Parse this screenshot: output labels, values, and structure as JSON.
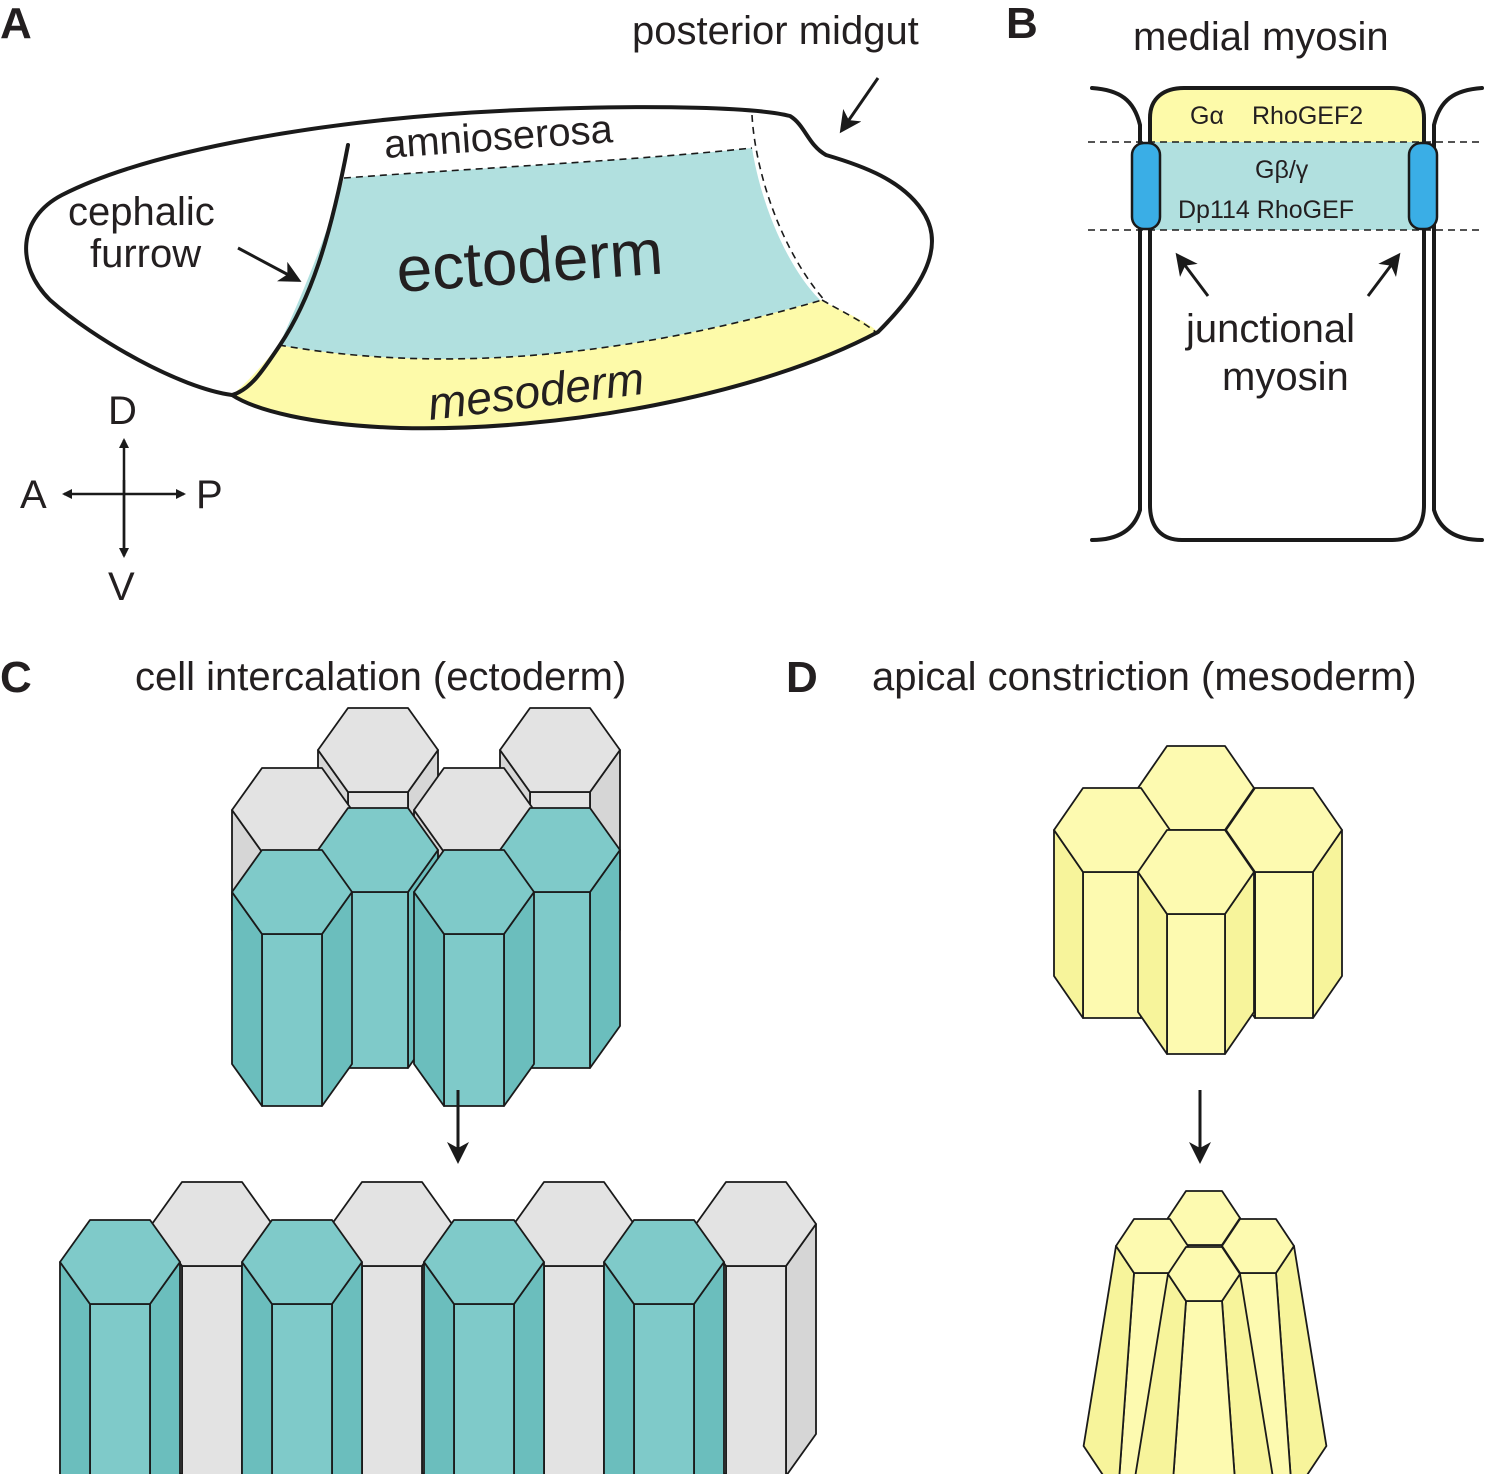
{
  "colors": {
    "ectoderm": "#b1e0df",
    "mesoderm": "#fdfaa9",
    "teal_cell": "#7fcac9",
    "teal_cell_side": "#6bbebd",
    "grey_cell": "#e3e3e3",
    "grey_cell_side": "#d6d6d6",
    "yellow_cell": "#fdfab0",
    "yellow_cell_side": "#f7f49b",
    "junction_blue": "#3aaee6",
    "outline": "#1a1a1a"
  },
  "panel_a": {
    "letter": "A",
    "labels": {
      "posterior_midgut": "posterior midgut",
      "amnioserosa": "amnioserosa",
      "cephalic": "cephalic",
      "furrow": "furrow",
      "ectoderm": "ectoderm",
      "mesoderm": "mesoderm"
    },
    "axes": {
      "dorsal": "D",
      "ventral": "V",
      "anterior": "A",
      "posterior": "P"
    }
  },
  "panel_b": {
    "letter": "B",
    "title": "medial myosin",
    "galpha_label": "Gα",
    "rhogef2_label": "RhoGEF2",
    "gbg_label": "Gβ/γ",
    "dp114_label": "Dp114 RhoGEF",
    "junctional_label_1": "junctional",
    "junctional_label_2": "myosin"
  },
  "panel_c": {
    "letter": "C",
    "title": "cell intercalation (ectoderm)"
  },
  "panel_d": {
    "letter": "D",
    "title": "apical constriction (mesoderm)"
  }
}
